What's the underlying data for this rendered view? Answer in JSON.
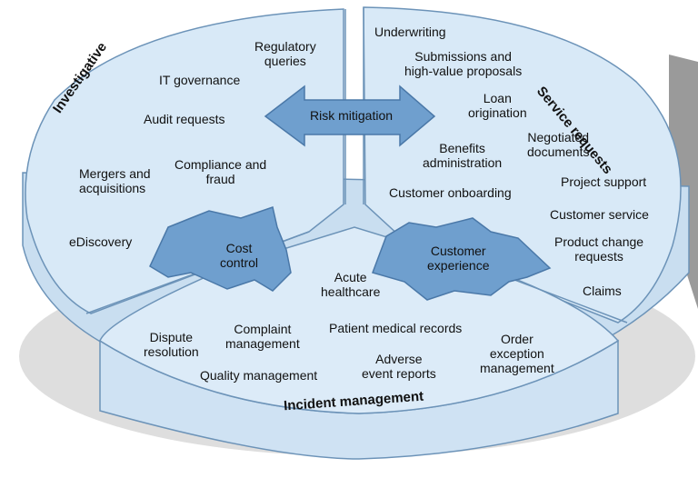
{
  "segments": {
    "investigative": {
      "title": "Investigative",
      "items": [
        "Regulatory\nqueries",
        "IT governance",
        "Audit requests",
        "Compliance and\nfraud",
        "Mergers and\nacquisitions",
        "eDiscovery"
      ]
    },
    "service_requests": {
      "title": "Service requests",
      "items": [
        "Underwriting",
        "Submissions and\nhigh-value proposals",
        "Loan\norigination",
        "Negotiated\ndocuments",
        "Benefits\nadministration",
        "Customer onboarding",
        "Project support",
        "Customer service",
        "Product change\nrequests",
        "Claims"
      ]
    },
    "incident_management": {
      "title": "Incident management",
      "items": [
        "Dispute\nresolution",
        "Complaint\nmanagement",
        "Patient medical records",
        "Order\nexception\nmanagement",
        "Adverse\nevent reports",
        "Quality management"
      ]
    }
  },
  "center": {
    "label": "Acute\nhealthcare"
  },
  "arrows": {
    "risk": "Risk mitigation",
    "cost": "Cost\ncontrol",
    "customer": "Customer\nexperience"
  },
  "colors": {
    "disk_fill": "#d8e9f7",
    "disk_edge": "#6c93b8",
    "arrow_fill": "#6f9fce",
    "arrow_edge": "#4a78a8",
    "shadow": "#8a8a8a"
  }
}
